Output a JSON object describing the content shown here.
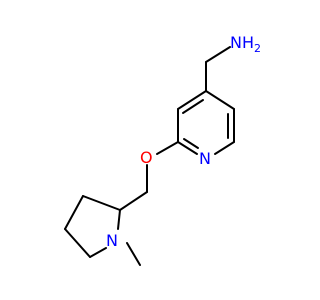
{
  "structure": {
    "atoms": {
      "amine_nitrogen": {
        "element": "N",
        "hydrogens": "H",
        "hydrogen_count": "2",
        "color": "#0000ff"
      },
      "ether_oxygen": {
        "element": "O",
        "color": "#ff0000"
      },
      "pyridine_nitrogen": {
        "element": "N",
        "color": "#0000ff"
      },
      "pyrrolidine_nitrogen": {
        "element": "N",
        "color": "#0000ff"
      }
    },
    "bond_color": "#000000"
  }
}
